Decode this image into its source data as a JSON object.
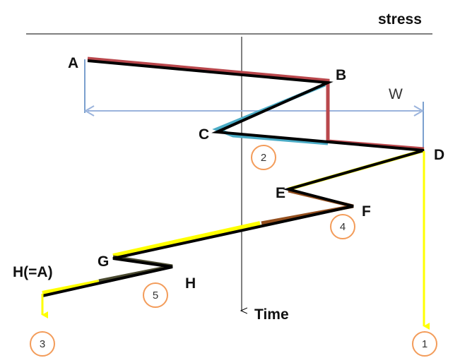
{
  "axes": {
    "stress_label": "stress",
    "time_label": "Time"
  },
  "points": {
    "A": "A",
    "B": "B",
    "C": "C",
    "D": "D",
    "E": "E",
    "F": "F",
    "G": "G",
    "H": "H",
    "H_eq_A": "H(=A)"
  },
  "width_label": "W",
  "markers": {
    "m1": "1",
    "m2": "2",
    "m3": "3",
    "m4": "4",
    "m5": "5"
  },
  "colors": {
    "black_path": "#000000",
    "red_path": "#b9474c",
    "cyan_path": "#4bacc6",
    "yellow_path": "#ffff00",
    "brown_path": "#944f1e",
    "width_arrow": "#9ab3dc",
    "blue_bracket": "#4f81bd",
    "marker_circle": "#f39c5a"
  }
}
